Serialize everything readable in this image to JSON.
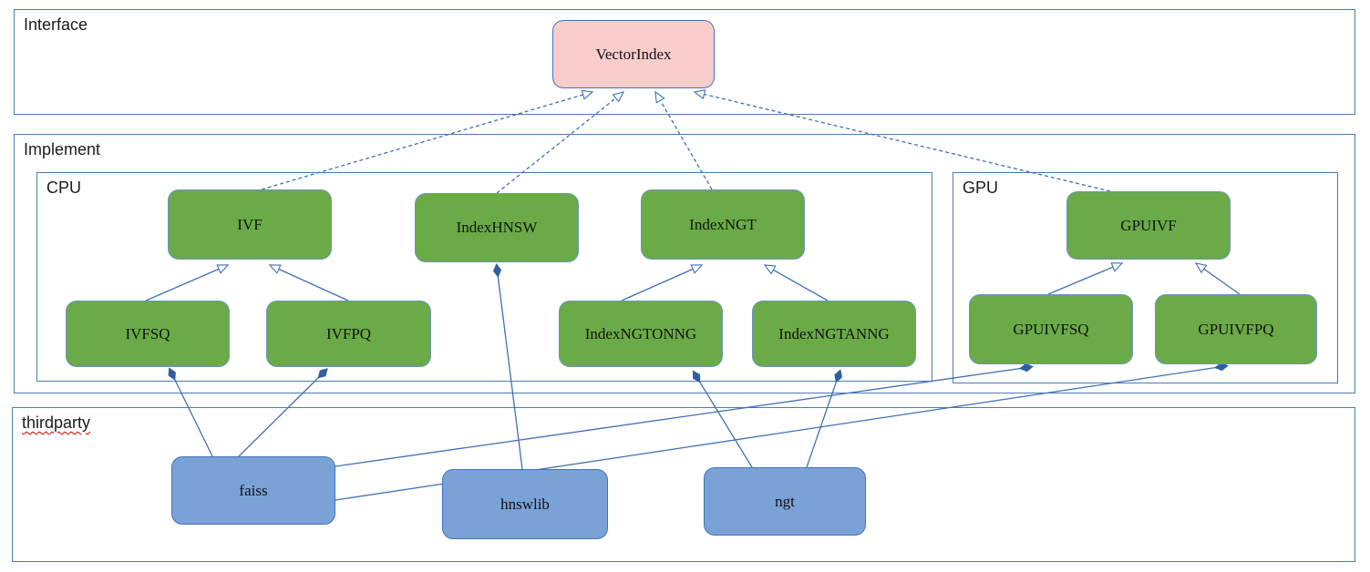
{
  "containers": {
    "interface": {
      "label": "Interface"
    },
    "implement": {
      "label": "Implement"
    },
    "cpu": {
      "label": "CPU"
    },
    "gpu": {
      "label": "GPU"
    },
    "thirdparty": {
      "label": "thirdparty"
    }
  },
  "nodes": {
    "vectorindex": {
      "label": "VectorIndex",
      "kind": "interface",
      "container": "interface"
    },
    "ivf": {
      "label": "IVF",
      "kind": "cpu-class",
      "container": "cpu"
    },
    "indexhnsw": {
      "label": "IndexHNSW",
      "kind": "cpu-class",
      "container": "cpu"
    },
    "indexngt": {
      "label": "IndexNGT",
      "kind": "cpu-class",
      "container": "cpu"
    },
    "ivfsq": {
      "label": "IVFSQ",
      "kind": "cpu-class",
      "container": "cpu"
    },
    "ivfpq": {
      "label": "IVFPQ",
      "kind": "cpu-class",
      "container": "cpu"
    },
    "indexngtonng": {
      "label": "IndexNGTONNG",
      "kind": "cpu-class",
      "container": "cpu"
    },
    "indexngtanng": {
      "label": "IndexNGTANNG",
      "kind": "cpu-class",
      "container": "cpu"
    },
    "gpuivf": {
      "label": "GPUIVF",
      "kind": "gpu-class",
      "container": "gpu"
    },
    "gpuivfsq": {
      "label": "GPUIVFSQ",
      "kind": "gpu-class",
      "container": "gpu"
    },
    "gpuivfpq": {
      "label": "GPUIVFPQ",
      "kind": "gpu-class",
      "container": "gpu"
    },
    "faiss": {
      "label": "faiss",
      "kind": "thirdparty-lib",
      "container": "thirdparty"
    },
    "hnswlib": {
      "label": "hnswlib",
      "kind": "thirdparty-lib",
      "container": "thirdparty"
    },
    "ngt": {
      "label": "ngt",
      "kind": "thirdparty-lib",
      "container": "thirdparty"
    }
  },
  "edges": [
    {
      "from": "IVF",
      "to": "VectorIndex",
      "type": "realization-dashed-hollow-arrow"
    },
    {
      "from": "IndexHNSW",
      "to": "VectorIndex",
      "type": "realization-dashed-hollow-arrow"
    },
    {
      "from": "IndexNGT",
      "to": "VectorIndex",
      "type": "realization-dashed-hollow-arrow"
    },
    {
      "from": "GPUIVF",
      "to": "VectorIndex",
      "type": "realization-dashed-hollow-arrow"
    },
    {
      "from": "IVFSQ",
      "to": "IVF",
      "type": "generalization-hollow-arrow"
    },
    {
      "from": "IVFPQ",
      "to": "IVF",
      "type": "generalization-hollow-arrow"
    },
    {
      "from": "IndexNGTONNG",
      "to": "IndexNGT",
      "type": "generalization-hollow-arrow"
    },
    {
      "from": "IndexNGTANNG",
      "to": "IndexNGT",
      "type": "generalization-hollow-arrow"
    },
    {
      "from": "GPUIVFSQ",
      "to": "GPUIVF",
      "type": "generalization-hollow-arrow"
    },
    {
      "from": "GPUIVFPQ",
      "to": "GPUIVF",
      "type": "generalization-hollow-arrow"
    },
    {
      "from": "faiss",
      "to": "IVFSQ",
      "type": "composition-filled-diamond"
    },
    {
      "from": "faiss",
      "to": "IVFPQ",
      "type": "composition-filled-diamond"
    },
    {
      "from": "faiss",
      "to": "GPUIVFSQ",
      "type": "composition-filled-diamond"
    },
    {
      "from": "faiss",
      "to": "GPUIVFPQ",
      "type": "composition-filled-diamond"
    },
    {
      "from": "hnswlib",
      "to": "IndexHNSW",
      "type": "composition-filled-diamond"
    },
    {
      "from": "ngt",
      "to": "IndexNGTONNG",
      "type": "composition-filled-diamond"
    },
    {
      "from": "ngt",
      "to": "IndexNGTANNG",
      "type": "composition-filled-diamond"
    }
  ],
  "colors": {
    "interface_node_fill": "#f8cdcb",
    "class_node_fill": "#6aab47",
    "thirdparty_node_fill": "#7aa2d6",
    "edge_stroke": "#3f6fb5",
    "container_border": "#4a7bb5",
    "diamond_fill": "#2e609c",
    "spellcheck_underline": "#cc0000"
  }
}
